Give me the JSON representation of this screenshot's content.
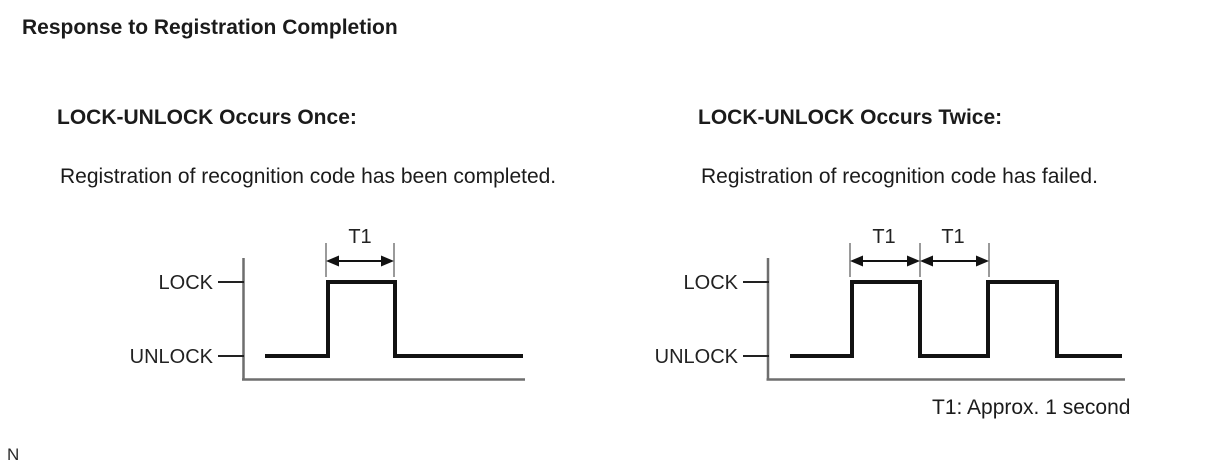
{
  "page": {
    "title": "Response to Registration Completion",
    "page_marker": "N"
  },
  "panels": [
    {
      "heading": "LOCK-UNLOCK Occurs Once:",
      "description": "Registration of recognition code has been completed.",
      "high_label": "LOCK",
      "low_label": "UNLOCK",
      "pulse_count": 1,
      "t1_labels": [
        "T1"
      ]
    },
    {
      "heading": "LOCK-UNLOCK Occurs Twice:",
      "description": "Registration of recognition code has failed.",
      "high_label": "LOCK",
      "low_label": "UNLOCK",
      "pulse_count": 2,
      "t1_labels": [
        "T1",
        "T1"
      ]
    }
  ],
  "footnote": "T1: Approx. 1 second",
  "colors": {
    "text": "#1b1b1b",
    "waveform": "#121212",
    "axis": "#6e6e6e",
    "extension_line": "#9a9a9a",
    "background": "#ffffff"
  }
}
